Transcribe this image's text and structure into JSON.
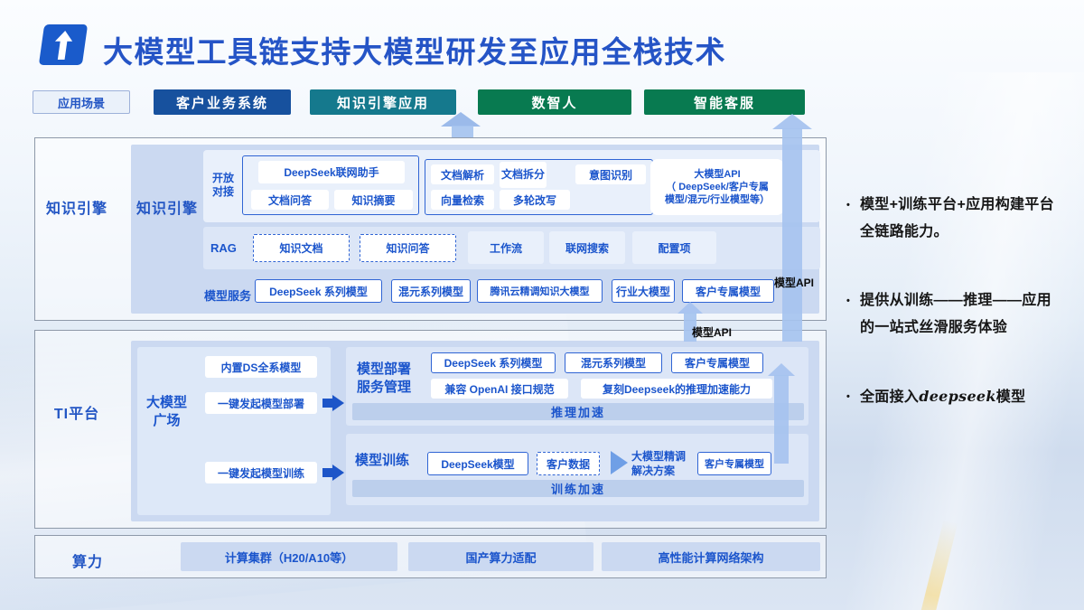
{
  "colors": {
    "accent_blue": "#2554c6",
    "box_text_blue": "#1b55cc",
    "deep_blue_button": "#17519e",
    "teal_button": "#15798d",
    "green_button": "#087a50",
    "panel_blue": "#cbd9f1",
    "arrow_blue": "#a6c3ef"
  },
  "header": {
    "title": "大模型工具链支持大模型研发至应用全栈技术"
  },
  "scenario_bar": {
    "tag": "应用场景",
    "buttons": [
      "客户业务系统",
      "知识引擎应用",
      "数智人",
      "智能客服"
    ]
  },
  "knowledge_engine": {
    "section_label": "知识引擎",
    "inner_label": "知识引擎",
    "open_row": {
      "label": "开放\n对接",
      "assistant": "DeepSeek联网助手",
      "assistant_subs": [
        "文档问答",
        "知识摘要"
      ],
      "capabilities": [
        "文档解析",
        "文档拆分",
        "意图识别",
        "向量检索",
        "多轮改写"
      ],
      "api_box": "大模型API\n（ DeepSeek/客户专属\n模型/混元/行业模型等）"
    },
    "rag_row": {
      "label": "RAG",
      "dashed": [
        "知识文档",
        "知识问答"
      ],
      "plain": [
        "工作流",
        "联网搜索",
        "配置项"
      ]
    },
    "service_row": {
      "label": "模型服务",
      "models": [
        "DeepSeek 系列模型",
        "混元系列模型",
        "腾讯云精调知识大模型",
        "行业大模型",
        "客户专属模型"
      ]
    },
    "api_label": "模型API"
  },
  "gap": {
    "api_label": "模型API"
  },
  "ti_platform": {
    "section_label": "TI平台",
    "plaza": {
      "label": "大模型\n广场",
      "items": [
        "内置DS全系模型",
        "一键发起模型部署",
        "一键发起模型训练"
      ]
    },
    "deploy": {
      "label": "模型部署\n服务管理",
      "models": [
        "DeepSeek 系列模型",
        "混元系列模型",
        "客户专属模型"
      ],
      "features": [
        "兼容 OpenAI 接口规范",
        "复刻Deepseek的推理加速能力"
      ],
      "bar": "推理加速"
    },
    "train": {
      "label": "模型训练",
      "base_model": "DeepSeek模型",
      "customer_data": "客户数据",
      "solution": "大模型精调\n解决方案",
      "result_model": "客户专属模型",
      "bar": "训练加速"
    }
  },
  "computing": {
    "section_label": "算力",
    "items": [
      "计算集群（H20/A10等）",
      "国产算力适配",
      "高性能计算网络架构"
    ]
  },
  "notes": [
    {
      "text": "模型+训练平台+应用构建平台全链路能力。"
    },
    {
      "text": "提供从训练——推理——应用的一站式丝滑服务体验"
    },
    {
      "prefix": "全面接入",
      "italic": "deepseek",
      "suffix": "模型"
    }
  ]
}
